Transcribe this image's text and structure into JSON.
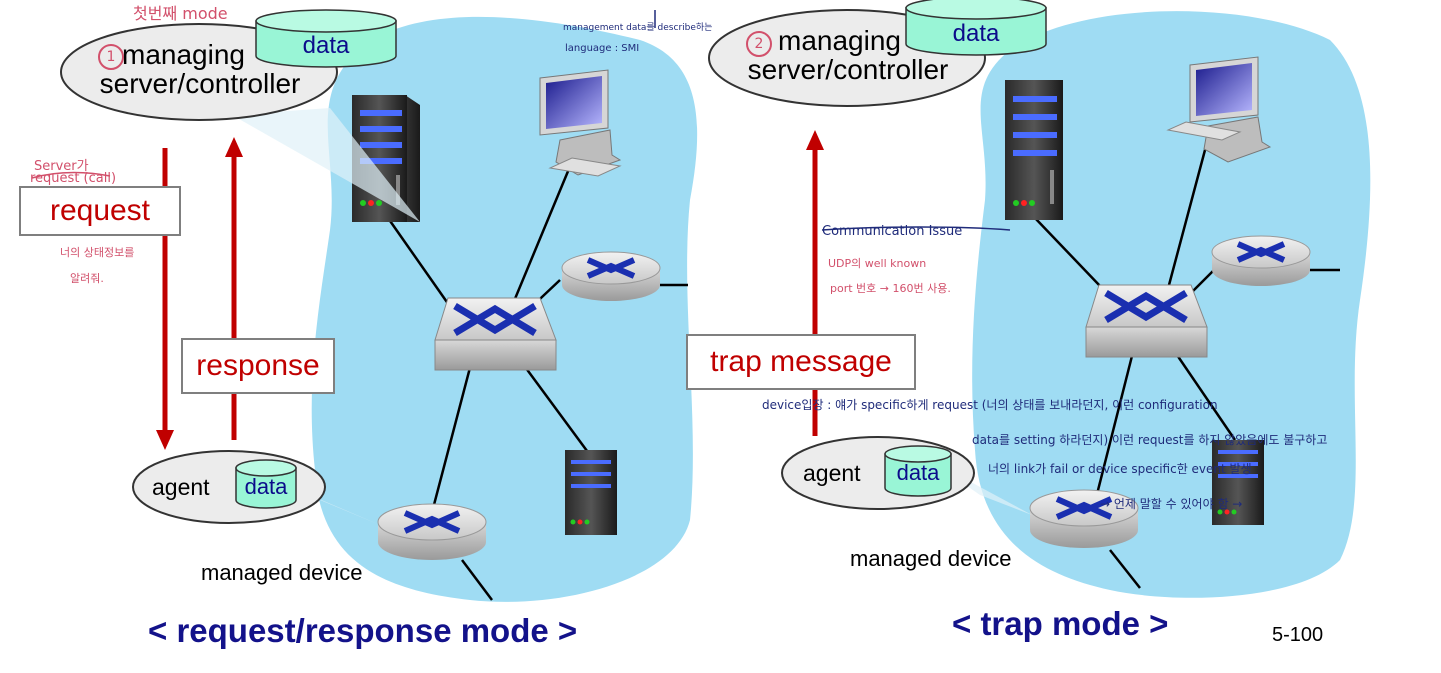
{
  "left": {
    "top_note": "첫번째 mode",
    "server": {
      "number_icon": "circled-1-icon",
      "title_line1": "managing",
      "title_line2": "server/controller",
      "db_label": "data"
    },
    "request_label": "request",
    "response_label": "response",
    "agent": {
      "label": "agent",
      "db_label": "data"
    },
    "device_label": "managed device",
    "mode_title": "< request/response mode >",
    "notes": {
      "server_line1": "Server가",
      "server_line2": "request (call)",
      "state_line1": "너의 상태정보를",
      "state_line2": "알려줘.",
      "mgmt_line1": "management data를 describe하는",
      "mgmt_line2": "language : SMI"
    }
  },
  "right": {
    "server": {
      "number_icon": "circled-2-icon",
      "title_line1": "managing",
      "title_line2": "server/controller",
      "db_label": "data"
    },
    "trap_label": "trap message",
    "agent": {
      "label": "agent",
      "db_label": "data"
    },
    "device_label": "managed device",
    "mode_title": "< trap mode >",
    "notes": {
      "comm_title": "Communication Issue",
      "comm_line1": "UDP의 well known",
      "comm_line2": "port 번호 → 160번 사용.",
      "device_line1": "device입장 : 얘가 specific하게 request (너의 상태를 보내라던지, 이런 configuration",
      "device_line2": "data를 setting 하라던지) 이런 request를 하지 않았음에도 불구하고",
      "device_line3": "너의 link가 fail or device specific한 event 발생",
      "device_line4": "→ 언제 말할 수 있어야 함 →"
    }
  },
  "page_number": "5-100",
  "colors": {
    "cloud": "#9fdcf3",
    "arrow": "#c00000",
    "cylinder": "#99f5d6",
    "title": "#13128a"
  }
}
